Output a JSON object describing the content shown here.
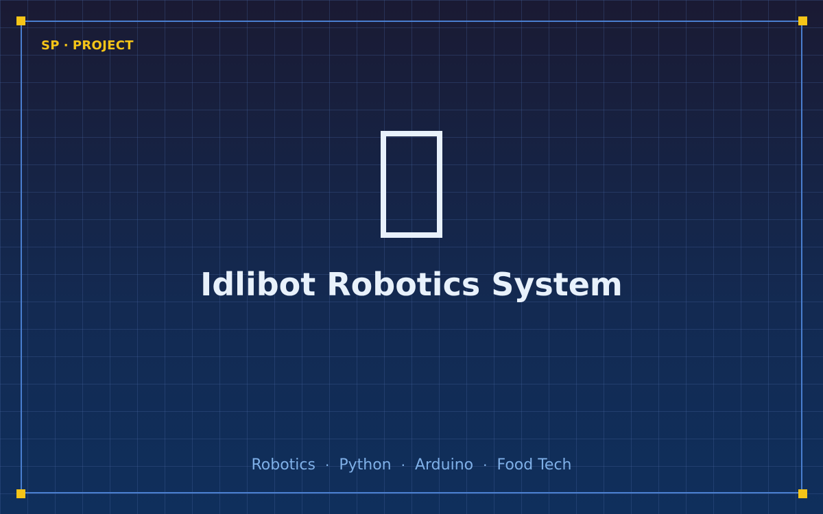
{
  "brand": {
    "prefix": "SP",
    "separator": "·",
    "label": "PROJECT"
  },
  "hero": {
    "icon": "missing-glyph-box-icon"
  },
  "title": "Idlibot Robotics System",
  "tags": {
    "separator": "·",
    "items": [
      "Robotics",
      "Python",
      "Arduino",
      "Food Tech"
    ]
  },
  "colors": {
    "accent": "#f5c518",
    "frame": "#4a7fd0",
    "title": "#e8f1fb",
    "tags": "#7fb0e8",
    "background_top": "#1a1a33",
    "background_bottom": "#0f2f5c"
  }
}
